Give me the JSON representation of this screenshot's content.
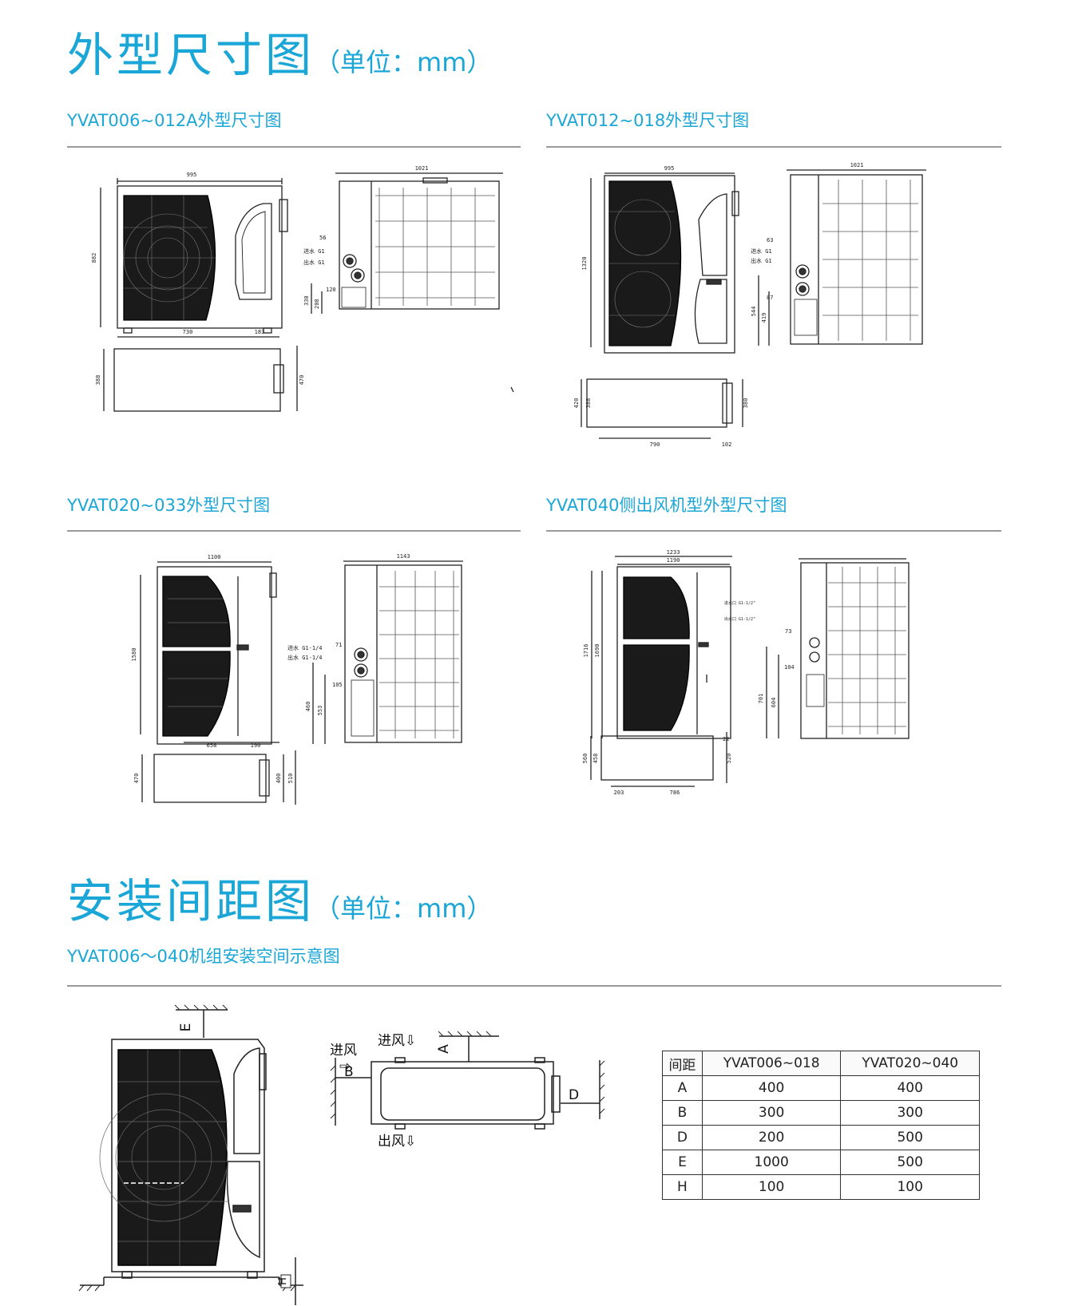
{
  "sections": {
    "dimensions": {
      "title": "外型尺寸图",
      "unit": "（单位：mm）"
    },
    "install": {
      "title": "安装间距图",
      "unit": "（单位：mm）"
    }
  },
  "models": {
    "m1": {
      "title": "YVAT006~012A外型尺寸图",
      "front": {
        "width": "995",
        "height": "882"
      },
      "side": {
        "width": "1021",
        "d1": "56",
        "d2": "120",
        "d3": "330",
        "d4": "208",
        "in": "进水 G1",
        "out": "出水 G1"
      },
      "top": {
        "d1": "730",
        "d2": "183",
        "d3": "388",
        "d4": "470"
      }
    },
    "m2": {
      "title": "YVAT012~018外型尺寸图",
      "front": {
        "width": "995",
        "height": "1320"
      },
      "side": {
        "width": "1021",
        "d1": "63",
        "d2": "87",
        "d3": "544",
        "d4": "419",
        "in": "进水 G1",
        "out": "出水 G1"
      },
      "top": {
        "d1": "790",
        "d2": "102",
        "d3": "420",
        "d4": "388",
        "d5": "380"
      }
    },
    "m3": {
      "title": "YVAT020~033外型尺寸图",
      "front": {
        "width": "1100",
        "height": "1580"
      },
      "side": {
        "width": "1143",
        "d1": "71",
        "d2": "105",
        "d3": "460",
        "d4": "553",
        "in": "进水 G1-1/4",
        "out": "出水 G1-1/4"
      },
      "top": {
        "d1": "658",
        "d2": "190",
        "d3": "470",
        "d4": "400",
        "d5": "510"
      }
    },
    "m4": {
      "title": "YVAT040侧出风机型外型尺寸图",
      "front": {
        "width": "1233",
        "width2": "1190",
        "height": "1716",
        "height2": "1690"
      },
      "side": {
        "d1": "73",
        "d2": "104",
        "d3": "701",
        "d4": "604",
        "in": "进水口 G1-1/2\"",
        "out": "出水口 G1-1/2\""
      },
      "top": {
        "d1": "203",
        "d2": "786",
        "d3": "560",
        "d4": "458",
        "d5": "520",
        "d6": "22"
      }
    }
  },
  "install": {
    "title": "YVAT006～040机组安装空间示意图",
    "labels": {
      "in_top": "进风⇩",
      "in_left": "进风",
      "in_arrow": "⇨",
      "out_bottom": "出风⇩",
      "A": "A",
      "B": "B",
      "D": "D",
      "E": "E",
      "H": "H"
    },
    "table": {
      "headers": [
        "间距",
        "YVAT006~018",
        "YVAT020~040"
      ],
      "rows": [
        [
          "A",
          "400",
          "400"
        ],
        [
          "B",
          "300",
          "300"
        ],
        [
          "D",
          "200",
          "500"
        ],
        [
          "E",
          "1000",
          "500"
        ],
        [
          "H",
          "100",
          "100"
        ]
      ]
    }
  }
}
